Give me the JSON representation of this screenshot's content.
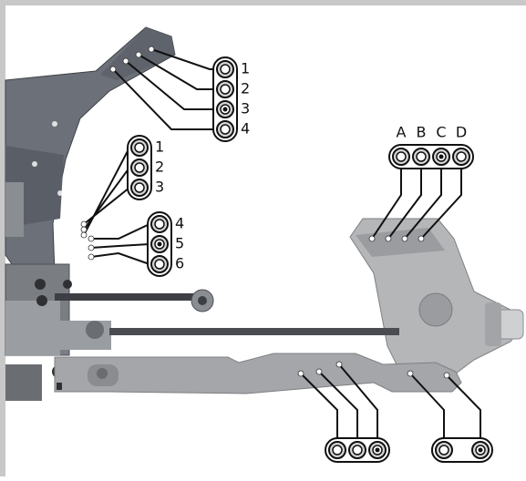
{
  "diagram": {
    "colors": {
      "background": "#ffffff",
      "frame": "#c8c8c8",
      "chassis": "#6c7179",
      "chassis_dark": "#4c5058",
      "arm": "#a4a6a9",
      "arm_dark": "#7e8084",
      "hub": "#b4b6b8",
      "callout_fill": "#d6d6d6",
      "callout_line": "#111111"
    },
    "upper_tower_holes": [
      {
        "label": "1",
        "filled_center": false
      },
      {
        "label": "2",
        "filled_center": false
      },
      {
        "label": "3",
        "filled_center": true
      },
      {
        "label": "4",
        "filled_center": false
      }
    ],
    "lower_tower_holes_upper": [
      {
        "label": "1",
        "filled_center": false
      },
      {
        "label": "2",
        "filled_center": false
      },
      {
        "label": "3",
        "filled_center": false
      }
    ],
    "lower_tower_holes_lower": [
      {
        "label": "4",
        "filled_center": false
      },
      {
        "label": "5",
        "filled_center": true
      },
      {
        "label": "6",
        "filled_center": false
      }
    ],
    "hub_holes": [
      {
        "label": "A",
        "filled_center": false
      },
      {
        "label": "B",
        "filled_center": false
      },
      {
        "label": "C",
        "filled_center": true
      },
      {
        "label": "D",
        "filled_center": false
      }
    ],
    "arm_inner_holes": [
      {
        "filled_center": false
      },
      {
        "filled_center": false
      },
      {
        "filled_center": true
      }
    ],
    "arm_outer_holes": [
      {
        "filled_center": false
      },
      {
        "filled_center": true
      }
    ]
  }
}
